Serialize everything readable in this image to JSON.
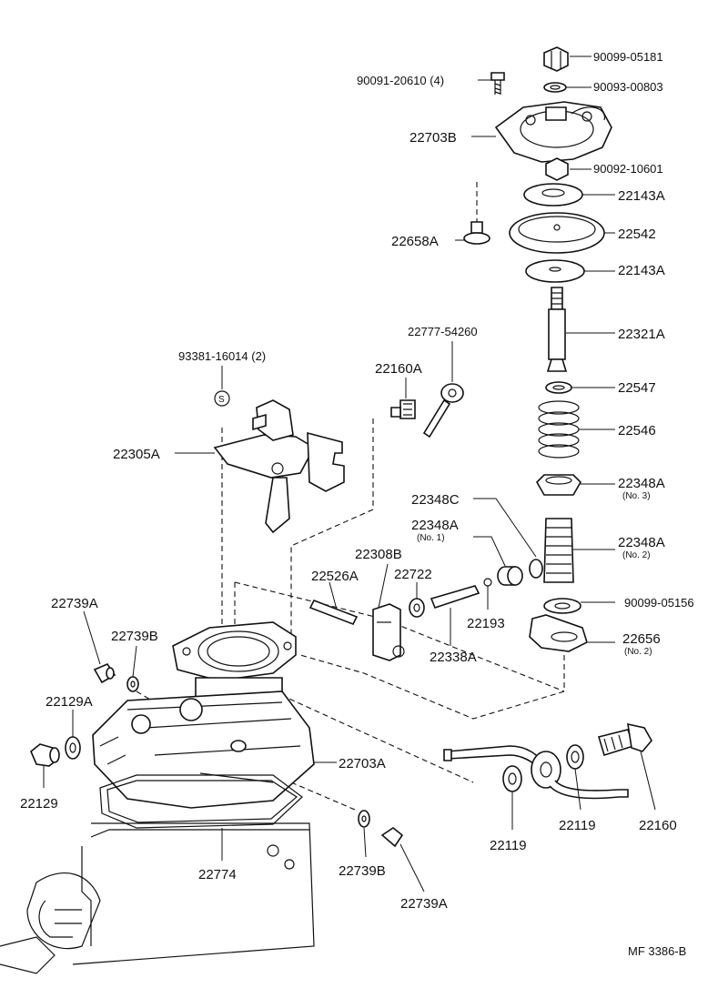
{
  "title_code": "MF  3386-B",
  "labels": {
    "p_9009905181": "90099-05181",
    "p_9009120610": "90091-20610 (4)",
    "p_9009300803": "90093-00803",
    "p_22703b": "22703B",
    "p_9009210601": "90092-10601",
    "p_22143a_top": "22143A",
    "p_22658a": "22658A",
    "p_22542": "22542",
    "p_22143a_bot": "22143A",
    "p_2277754260": "22777-54260",
    "p_9338116014": "93381-16014 (2)",
    "p_22321a": "22321A",
    "p_22160a": "22160A",
    "p_22547": "22547",
    "p_22546": "22546",
    "p_22305a": "22305A",
    "p_22348a_no3": "22348A",
    "p_22348a_no3_sub": "(No. 3)",
    "p_22348c": "22348C",
    "p_22348a_no1": "22348A",
    "p_22348a_no1_sub": "(No. 1)",
    "p_22348a_no2": "22348A",
    "p_22348a_no2_sub": "(No. 2)",
    "p_22308b": "22308B",
    "p_22526a": "22526A",
    "p_22722": "22722",
    "p_9009905156": "90099-05156",
    "p_22739a_top": "22739A",
    "p_22193": "22193",
    "p_22656": "22656",
    "p_22656_sub": "(No. 2)",
    "p_22739b_top": "22739B",
    "p_22338a": "22338A",
    "p_22129a": "22129A",
    "p_22703a": "22703A",
    "p_22129": "22129",
    "p_22160": "22160",
    "p_22119_right": "22119",
    "p_22119_left": "22119",
    "p_22774": "22774",
    "p_22739b_bot": "22739B",
    "p_22739a_bot": "22739A",
    "s_mark": "S"
  }
}
